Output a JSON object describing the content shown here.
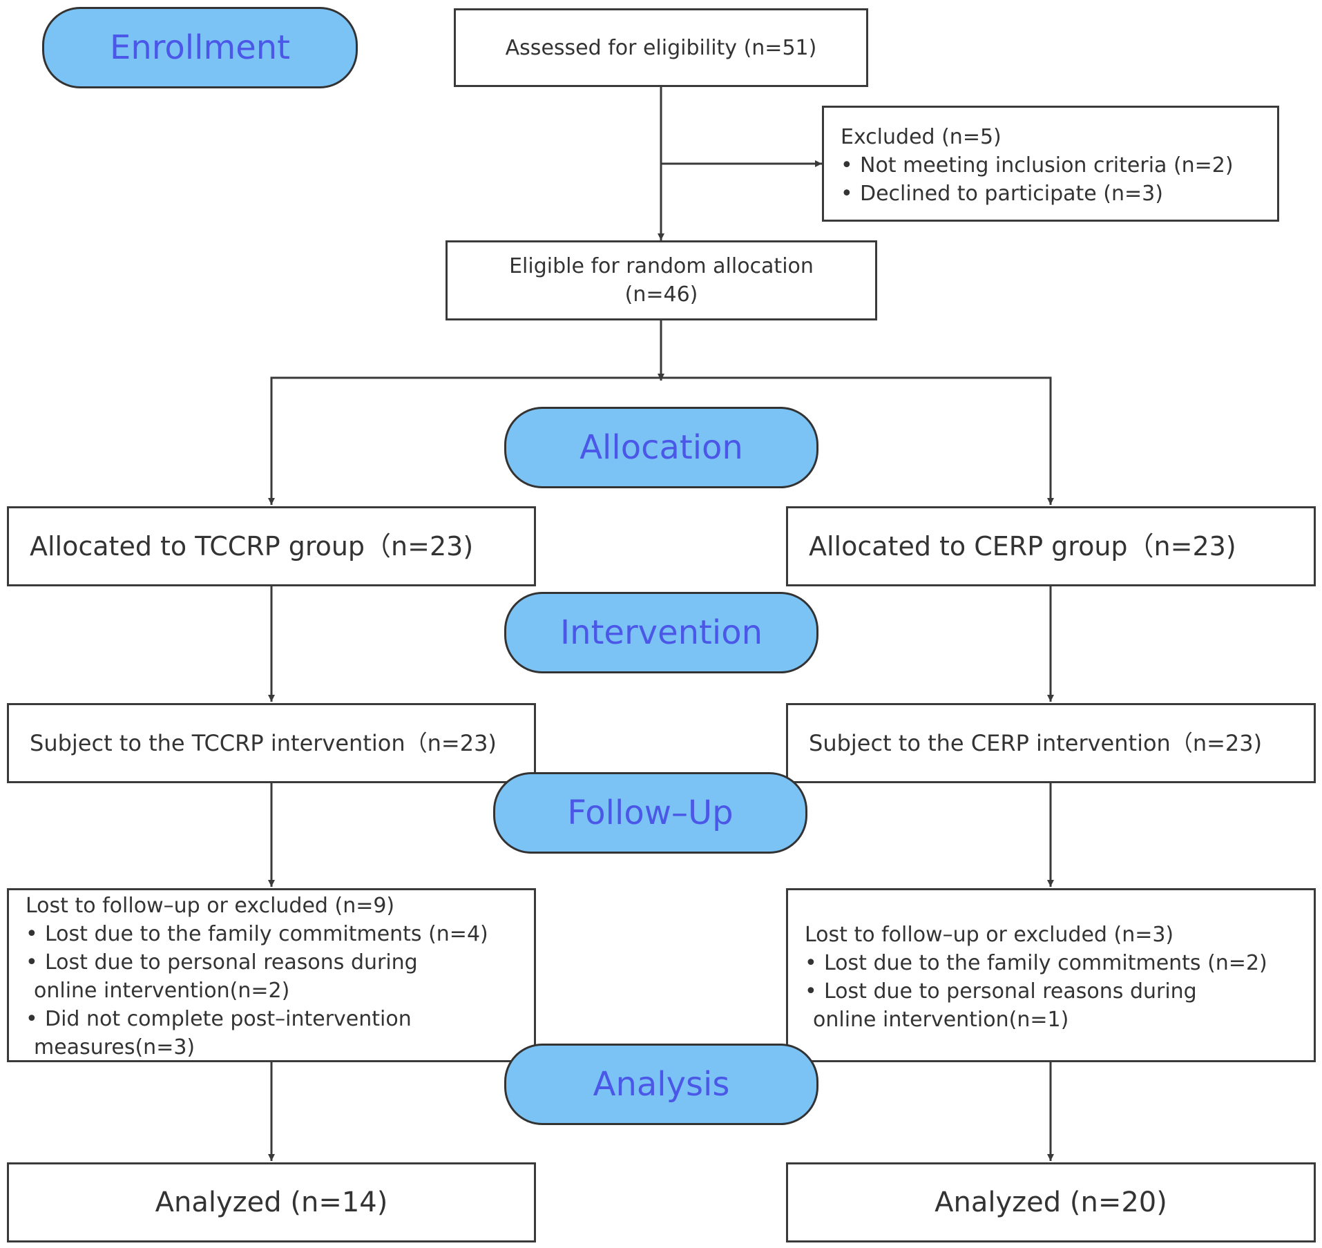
{
  "colors": {
    "stage_fill": "#7cc3f5",
    "stage_text": "#4b57e6",
    "box_border": "#3a3a3a",
    "text": "#333333"
  },
  "stages": {
    "enrollment": "Enrollment",
    "allocation": "Allocation",
    "intervention": "Intervention",
    "follow_up": "Follow–Up",
    "analysis": "Analysis"
  },
  "enrollment": {
    "assessed": "Assessed for eligibility (n=51)",
    "excluded": {
      "title": "Excluded (n=5)",
      "items": [
        "Not meeting inclusion criteria (n=2)",
        "Declined to participate (n=3)"
      ]
    },
    "eligible": {
      "line1": "Eligible for random allocation",
      "line2": "(n=46)"
    }
  },
  "bullet_glyph": "•",
  "left_arm": {
    "allocated": "Allocated to TCCRP group（n=23)",
    "intervention": "Subject to the TCCRP intervention（n=23)",
    "lost": {
      "title": "Lost to follow–up or excluded (n=9)",
      "items": [
        {
          "line1": "Lost due to the family commitments (n=4)",
          "line2": ""
        },
        {
          "line1": "Lost due to personal reasons during",
          "line2": "online intervention(n=2)"
        },
        {
          "line1": "Did not complete post–intervention",
          "line2": "measures(n=3)"
        }
      ]
    },
    "analyzed": "Analyzed (n=14)"
  },
  "right_arm": {
    "allocated": "Allocated to CERP group（n=23)",
    "intervention": "Subject to the CERP intervention（n=23)",
    "lost": {
      "title": "Lost to follow–up or excluded (n=3)",
      "items": [
        {
          "line1": "Lost due to the family commitments (n=2)",
          "line2": ""
        },
        {
          "line1": "Lost due to personal reasons during",
          "line2": "online intervention(n=1)"
        }
      ]
    },
    "analyzed": "Analyzed (n=20)"
  }
}
